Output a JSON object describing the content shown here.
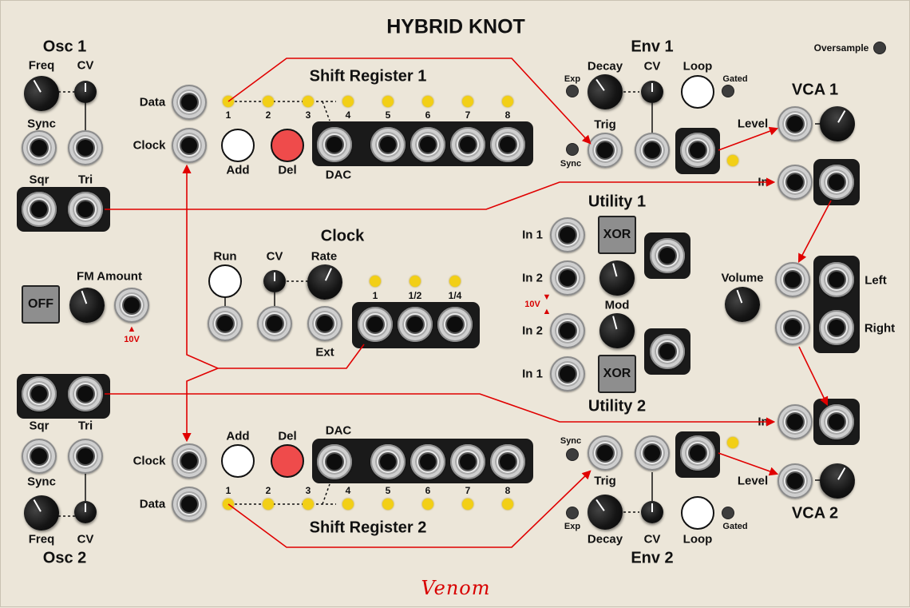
{
  "module": {
    "title": "HYBRID KNOT",
    "brand": "Venom",
    "oversample_label": "Oversample"
  },
  "colors": {
    "panel": "#ece6d9",
    "cable": "#e00000",
    "led_on": "#f2cf16",
    "del_button": "#ef4b4b"
  },
  "osc1": {
    "title": "Osc 1",
    "freq": "Freq",
    "cv": "CV",
    "sync": "Sync",
    "sqr": "Sqr",
    "tri": "Tri"
  },
  "osc2": {
    "title": "Osc 2",
    "freq": "Freq",
    "cv": "CV",
    "sync": "Sync",
    "sqr": "Sqr",
    "tri": "Tri"
  },
  "fm": {
    "toggle": "OFF",
    "label": "FM Amount",
    "volt": "10V"
  },
  "sr1": {
    "title": "Shift Register 1",
    "data": "Data",
    "clock": "Clock",
    "add": "Add",
    "del": "Del",
    "dac": "DAC",
    "steps": [
      "1",
      "2",
      "3",
      "4",
      "5",
      "6",
      "7",
      "8"
    ]
  },
  "sr2": {
    "title": "Shift Register 2",
    "data": "Data",
    "clock": "Clock",
    "add": "Add",
    "del": "Del",
    "dac": "DAC",
    "steps": [
      "1",
      "2",
      "3",
      "4",
      "5",
      "6",
      "7",
      "8"
    ]
  },
  "clock": {
    "title": "Clock",
    "run": "Run",
    "cv": "CV",
    "rate": "Rate",
    "ext": "Ext",
    "divs": [
      "1",
      "1/2",
      "1/4"
    ]
  },
  "env1": {
    "title": "Env 1",
    "exp": "Exp",
    "decay": "Decay",
    "cv": "CV",
    "loop": "Loop",
    "gated": "Gated",
    "trig": "Trig",
    "sync": "Sync"
  },
  "env2": {
    "title": "Env 2",
    "exp": "Exp",
    "decay": "Decay",
    "cv": "CV",
    "loop": "Loop",
    "gated": "Gated",
    "trig": "Trig",
    "sync": "Sync"
  },
  "util": {
    "title1": "Utility 1",
    "title2": "Utility 2",
    "in1": "In 1",
    "in2": "In 2",
    "xor": "XOR",
    "mod": "Mod",
    "volt": "10V"
  },
  "vca1": {
    "title": "VCA 1",
    "level": "Level",
    "in": "In"
  },
  "vca2": {
    "title": "VCA 2",
    "level": "Level",
    "in": "In"
  },
  "mixer": {
    "volume": "Volume",
    "left": "Left",
    "right": "Right"
  }
}
